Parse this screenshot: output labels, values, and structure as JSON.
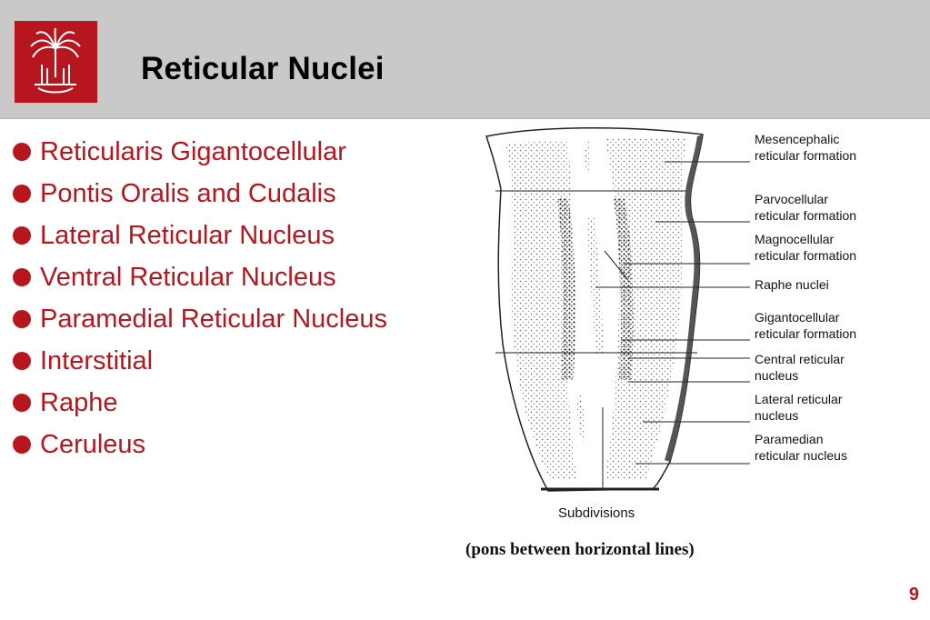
{
  "slide": {
    "title": "Reticular Nuclei",
    "page_number": "9",
    "brand_color": "#b8161e",
    "header_color": "#c9c9c9",
    "bullets": [
      "Reticularis Gigantocellular",
      "Pontis Oralis and Cudalis",
      "Lateral Reticular Nucleus",
      "Ventral Reticular Nucleus",
      "Paramedial Reticular Nucleus",
      "Interstitial",
      "Raphe",
      "Ceruleus"
    ]
  },
  "figure": {
    "labels": [
      [
        "Mesencephalic",
        "reticular formation"
      ],
      [
        "Parvocellular",
        "reticular formation"
      ],
      [
        "Magnocellular",
        "reticular formation"
      ],
      [
        "Raphe nuclei"
      ],
      [
        "Gigantocellular",
        "reticular formation"
      ],
      [
        "Central reticular",
        "nucleus"
      ],
      [
        "Lateral reticular",
        "nucleus"
      ],
      [
        "Paramedian",
        "reticular nucleus"
      ]
    ],
    "subdivisions_label": "Subdivisions",
    "caption": "(pons between horizontal lines)"
  },
  "icons": {
    "logo": "palmetto-tree-logo-icon",
    "bullet": "bullet-dot-icon"
  }
}
